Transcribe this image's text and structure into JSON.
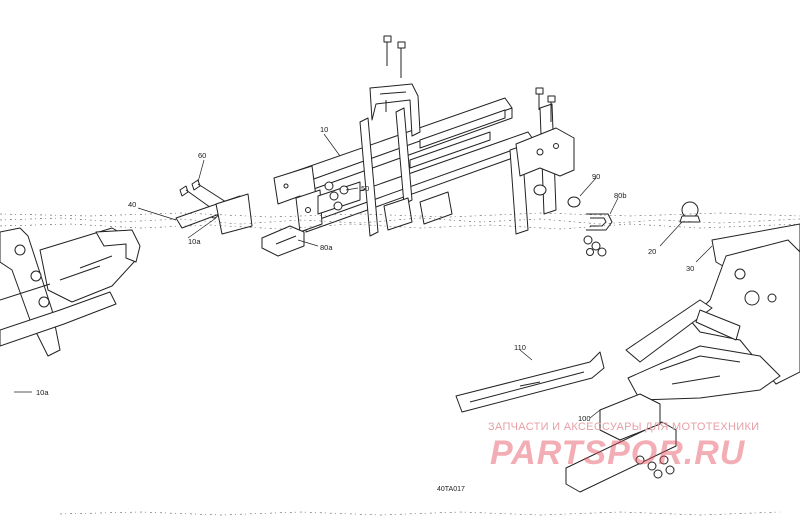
{
  "diagram": {
    "callouts": {
      "c10": "10",
      "c10a_left": "10a",
      "c10a_bottom": "10a",
      "c20": "20",
      "c30": "30",
      "c40": "40",
      "c50": "50",
      "c60": "60",
      "c80a": "80a",
      "c80b": "80b",
      "c90": "90",
      "c100": "100",
      "c110": "110"
    },
    "drawing_code": "40TA017"
  },
  "watermark": {
    "caption": "ЗАПЧАСТИ И АКСЕССУАРЫ ДЛЯ МОТОТЕХНИКИ",
    "logo": "PARTSPOR.RU"
  },
  "colors": {
    "line": "#222222",
    "background": "#ffffff",
    "watermark": "#e64b5a"
  }
}
